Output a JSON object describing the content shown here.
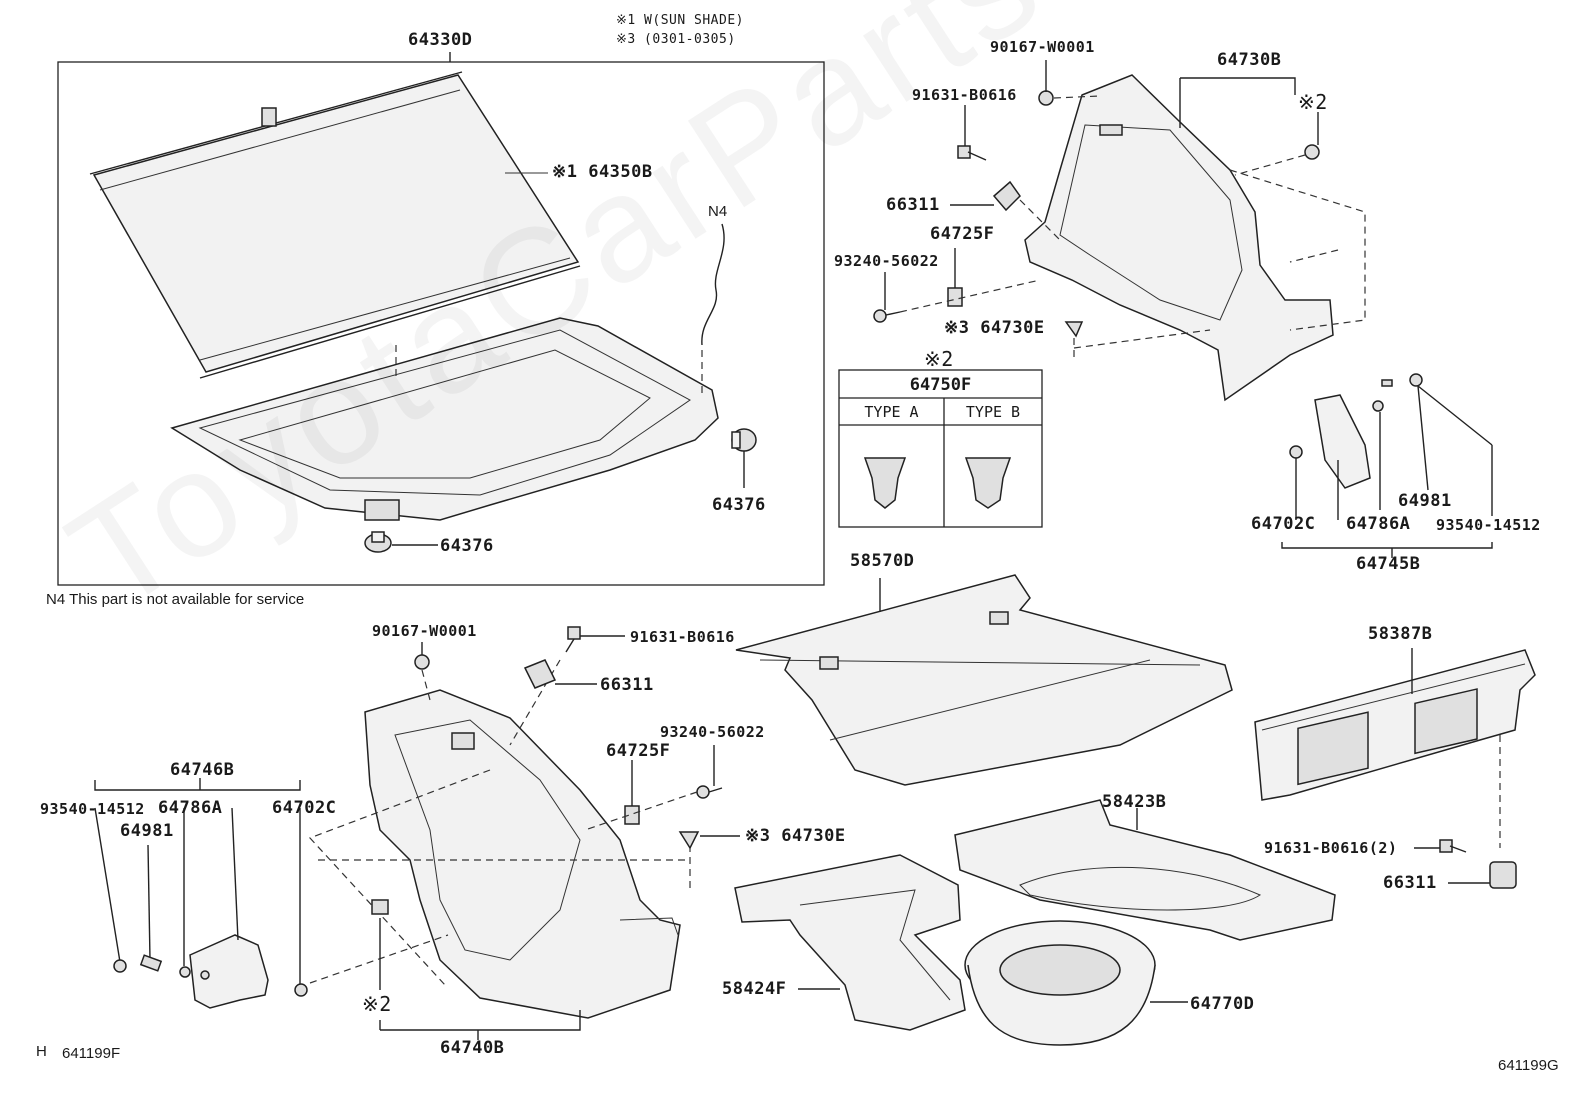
{
  "watermark": "ToyotaCarParts.ru",
  "sheet_codes": {
    "left": "641199F",
    "right": "641199G",
    "h_marker": "H"
  },
  "footnotes": {
    "n4": "N4  This part is not available for service"
  },
  "header_notes": {
    "line1": "※1 W(SUN SHADE)",
    "line2": "※3 (0301-0305)"
  },
  "table_64750F": {
    "note": "※2",
    "part": "64750F",
    "columns": [
      "TYPE A",
      "TYPE B"
    ]
  },
  "callouts": {
    "p64330D": "64330D",
    "p64350B": "※1 64350B",
    "n4": "N4",
    "p64376_right": "64376",
    "p64376_bottom": "64376",
    "p90167_top": "90167-W0001",
    "p91631_top": "91631-B0616",
    "p64730B": "64730B",
    "note2_top": "※2",
    "p66311_top": "66311",
    "p64725F_top": "64725F",
    "p93240_top": "93240-56022",
    "p64730E_top": "※3 64730E",
    "p64981_right": "64981",
    "p64702C_right": "64702C",
    "p64786A_right": "64786A",
    "p93540_right": "93540-14512",
    "p64745B": "64745B",
    "p58570D": "58570D",
    "p58387B": "58387B",
    "p90167_left": "90167-W0001",
    "p91631_left": "91631-B0616",
    "p66311_left": "66311",
    "p93240_left": "93240-56022",
    "p64725F_left": "64725F",
    "p64730E_left": "※3 64730E",
    "p64746B": "64746B",
    "p93540_left": "93540-14512",
    "p64786A_left": "64786A",
    "p64981_left": "64981",
    "p64702C_left": "64702C",
    "p58423B": "58423B",
    "p91631_right2": "91631-B0616(2)",
    "p66311_right": "66311",
    "note2_bottom": "※2",
    "p58424F": "58424F",
    "p64770D": "64770D",
    "p64740B": "64740B"
  }
}
